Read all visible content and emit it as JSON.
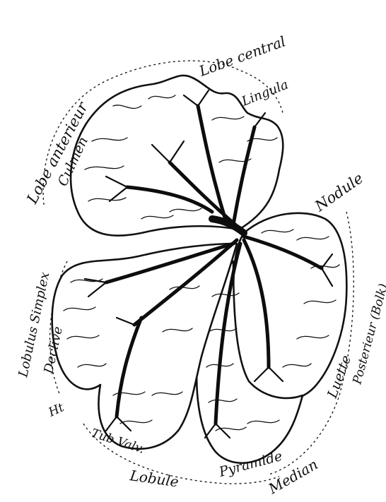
{
  "figure": {
    "ink_color": "#111111",
    "background": "#ffffff",
    "labels": {
      "lobe_anterieur": "Lobe anterieur",
      "lobe_central": "Lobe central",
      "lingula": "Lingula",
      "culmen": "Culmen",
      "nodule": "Nodule",
      "lobulus_simplex": "Lobulus Simplex",
      "declive": "Declive",
      "ht": "Ht",
      "tub_valv": "Tub Valv.",
      "lobule": "Lobule",
      "pyramide": "Pyramide",
      "median": "Median",
      "luette": "Luette",
      "posterieur_bolk": "Posterieur (Bolk)"
    }
  }
}
